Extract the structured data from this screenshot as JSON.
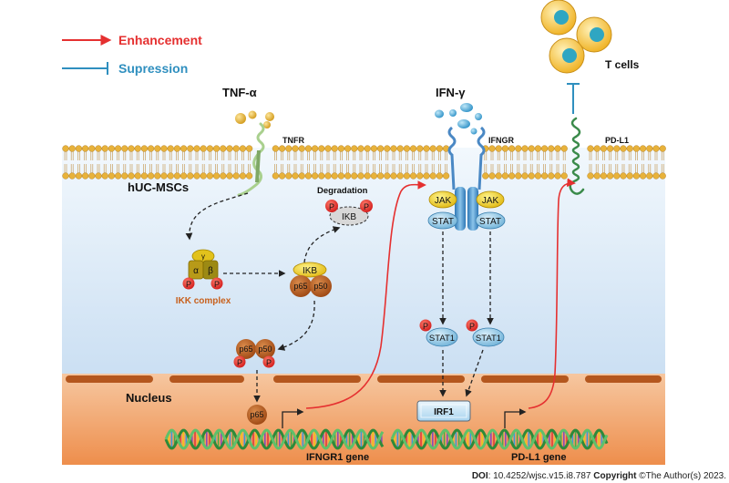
{
  "legend": {
    "enhancement": "Enhancement",
    "suppression": "Supression"
  },
  "labels": {
    "tnf_alpha": "TNF-α",
    "ifn_gamma": "IFN-γ",
    "t_cells": "T cells",
    "tnfr": "TNFR",
    "ifngr": "IFNGR",
    "pd_l1": "PD-L1",
    "huc_mscs": "hUC-MSCs",
    "degradation": "Degradation",
    "ikb": "IKB",
    "ikk_complex": "IKK complex",
    "alpha": "α",
    "beta": "β",
    "gamma": "γ",
    "p": "P",
    "p65": "p65",
    "p50": "p50",
    "jak": "JAK",
    "stat": "STAT",
    "stat1": "STAT1",
    "nucleus": "Nucleus",
    "irf1": "IRF1",
    "ifngr1_gene": "IFNGR1 gene",
    "pd_l1_gene": "PD-L1 gene"
  },
  "citation": {
    "doi_label": "DOI",
    "doi_value": ": 10.4252/wjsc.v15.i8.787 ",
    "copyright_label": "Copyright",
    "copyright_text": " ©The Author(s) 2023."
  },
  "colors": {
    "enhancement": "#e53030",
    "suppression": "#2f8fbf",
    "membrane_head": "#e8b23a",
    "cytoplasm_top": "#dbeaf8",
    "nucleus_bg": "#f2a26a",
    "p_circle": "#e02020",
    "p65_p50": "#b65a1c",
    "jak": "#f2d21c",
    "stat": "#9ecde8",
    "receptor": "#a9d08e",
    "ikb_yellow": "#f2c21c",
    "t_cell": "#f7c94c",
    "t_cell_nucleus": "#2fa6c2"
  }
}
